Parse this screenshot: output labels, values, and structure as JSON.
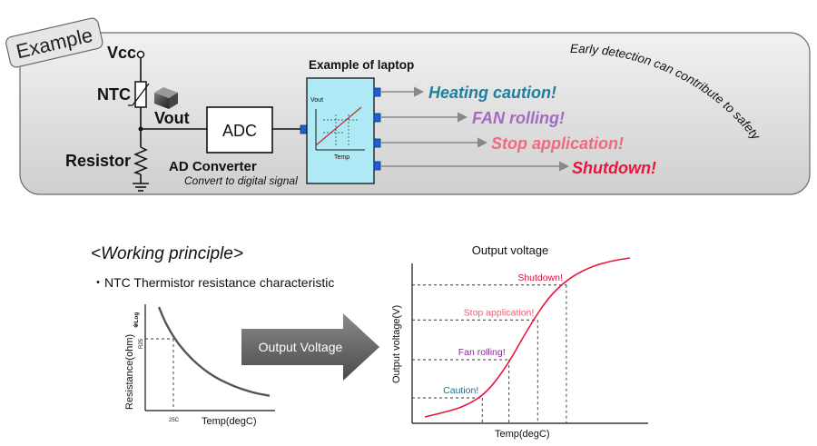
{
  "example_panel": {
    "tab_label": "Example",
    "vcc_label": "Vcc",
    "ntc_label": "NTC",
    "vout_label": "Vout",
    "resistor_label": "Resistor",
    "adc_label": "ADC",
    "ad_converter_label": "AD Converter",
    "ad_converter_sub": "Convert to digital signal",
    "laptop_title": "Example of laptop",
    "laptop_graph_ylabel": "Vout",
    "laptop_graph_xlabel": "Temp",
    "outputs": [
      {
        "label": "Heating caution!",
        "color": "#1f7f9a"
      },
      {
        "label": "FAN rolling!",
        "color": "#a46ac2"
      },
      {
        "label": "Stop application!",
        "color": "#f06a80"
      },
      {
        "label": "Shutdown!",
        "color": "#e8163c"
      }
    ],
    "early_detection_text": "Early detection can contribute to safety"
  },
  "working_principle": {
    "heading": "<Working principle>",
    "bullet": "・NTC Thermistor resistance characteristic",
    "arrow_label": "Output Voltage"
  },
  "ntc_chart": {
    "ylabel": "Resistance(ohm)",
    "log_note": "※Log",
    "r25_label": "R25",
    "t25_label": "25C",
    "xlabel": "Temp(degC)"
  },
  "chart_data": [
    {
      "type": "line",
      "title": "",
      "xlabel": "Temp(degC)",
      "ylabel": "Resistance(ohm)",
      "y_scale": "log",
      "annotations": [
        "R25",
        "25C",
        "※Log"
      ],
      "series": [
        {
          "x": [
            0,
            0.05,
            0.1,
            0.15,
            0.2,
            0.3,
            0.4,
            0.5,
            0.6,
            0.7,
            0.8,
            0.9,
            1.0
          ],
          "y": [
            1.0,
            0.86,
            0.75,
            0.66,
            0.58,
            0.45,
            0.35,
            0.27,
            0.21,
            0.16,
            0.12,
            0.09,
            0.07
          ]
        }
      ],
      "color": "#555555",
      "grid": false
    },
    {
      "type": "line",
      "title": "Output voltage",
      "xlabel": "Temp(degC)",
      "ylabel": "Output voltage(V)",
      "annotations": [
        {
          "label": "Caution!",
          "x": 0.28,
          "y": 0.12,
          "color": "#1f6e8c"
        },
        {
          "label": "Fan rolling!",
          "x": 0.41,
          "y": 0.36,
          "color": "#7a2b8c"
        },
        {
          "label": "Stop application!",
          "x": 0.55,
          "y": 0.61,
          "color": "#e8627a"
        },
        {
          "label": "Shutdown!",
          "x": 0.69,
          "y": 0.83,
          "color": "#d4143c"
        }
      ],
      "series": [
        {
          "x": [
            0,
            0.1,
            0.2,
            0.3,
            0.4,
            0.5,
            0.6,
            0.7,
            0.8,
            0.9,
            1.0
          ],
          "y": [
            0.0,
            0.03,
            0.07,
            0.15,
            0.32,
            0.55,
            0.75,
            0.87,
            0.94,
            0.98,
            1.0
          ]
        }
      ],
      "color": "#e8163c",
      "grid": false
    }
  ]
}
